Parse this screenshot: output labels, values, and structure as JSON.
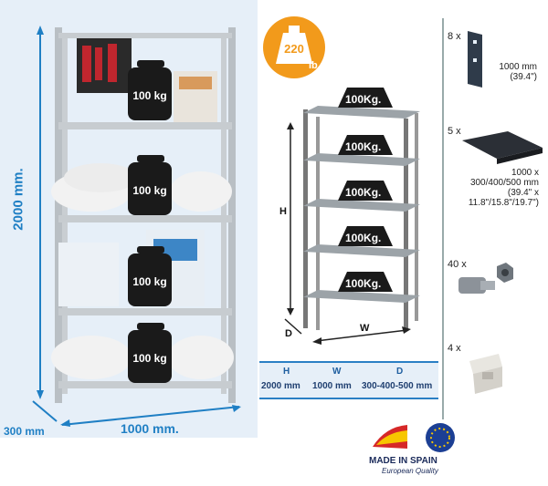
{
  "left_panel": {
    "height_label": "2000 mm.",
    "width_label": "1000 mm.",
    "depth_label": "300 mm",
    "weight_labels": [
      "100 kg",
      "100 kg",
      "100 kg",
      "100 kg"
    ]
  },
  "middle_panel": {
    "badge_number": "220",
    "badge_unit": "lb",
    "weight_labels": [
      "100Kg.",
      "100Kg.",
      "100Kg.",
      "100Kg.",
      "100Kg."
    ],
    "axis_h": "H",
    "axis_w": "W",
    "axis_d": "D"
  },
  "dimension_table": {
    "headers": [
      "H",
      "W",
      "D"
    ],
    "values": [
      "2000 mm",
      "1000 mm",
      "300-400-500 mm"
    ]
  },
  "components": [
    {
      "qty": "8 x",
      "desc_lines": [
        "1000 mm",
        "(39.4\")"
      ]
    },
    {
      "qty": "5 x",
      "desc_lines": [
        "1000 x",
        "300/400/500 mm",
        "(39.4\" x",
        "11.8\"/15.8\"/19.7\")"
      ]
    },
    {
      "qty": "40 x",
      "desc_lines": []
    },
    {
      "qty": "4 x",
      "desc_lines": []
    }
  ],
  "logo": {
    "made_in": "MADE IN SPAIN",
    "quality": "European Quality"
  },
  "colors": {
    "accent_blue": "#1f7fc4",
    "badge_orange": "#f29a1b",
    "panel_bg": "#e6eff8"
  }
}
